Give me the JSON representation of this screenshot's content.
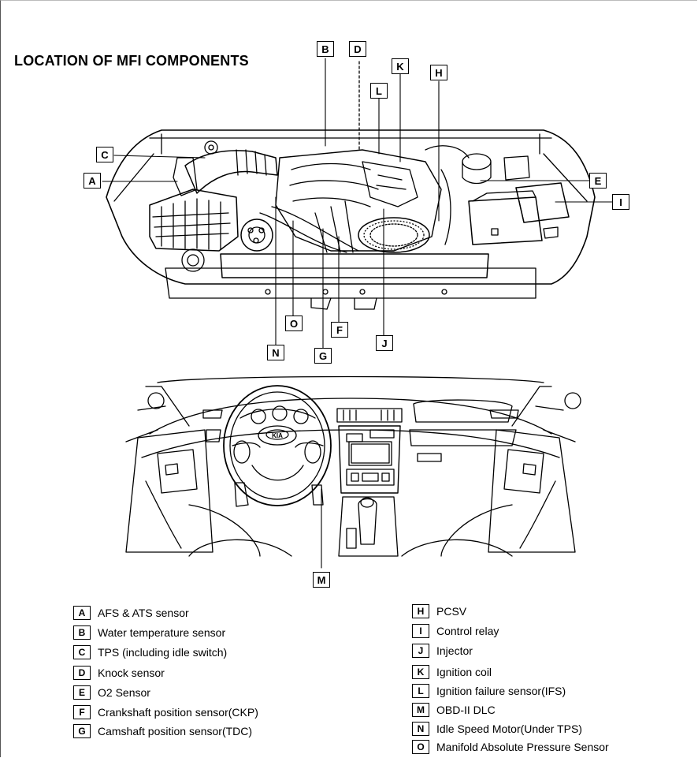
{
  "title": "LOCATION OF MFI COMPONENTS",
  "callouts": {
    "A": "A",
    "B": "B",
    "C": "C",
    "D": "D",
    "E": "E",
    "F": "F",
    "G": "G",
    "H": "H",
    "I": "I",
    "J": "J",
    "K": "K",
    "L": "L",
    "M": "M",
    "N": "N",
    "O": "O"
  },
  "legend_left": [
    {
      "code": "A",
      "text": "AFS & ATS sensor"
    },
    {
      "code": "B",
      "text": "Water temperature sensor"
    },
    {
      "code": "C",
      "text": "TPS (including idle switch)"
    },
    {
      "code": "D",
      "text": "Knock sensor"
    },
    {
      "code": "E",
      "text": "O2 Sensor"
    },
    {
      "code": "F",
      "text": "Crankshaft position sensor(CKP)"
    },
    {
      "code": "G",
      "text": "Camshaft position sensor(TDC)"
    }
  ],
  "legend_right": [
    {
      "code": "H",
      "text": "PCSV"
    },
    {
      "code": "I",
      "text": "Control relay"
    },
    {
      "code": "J",
      "text": "Injector"
    },
    {
      "code": "K",
      "text": "Ignition coil"
    },
    {
      "code": "L",
      "text": "Ignition failure sensor(IFS)"
    },
    {
      "code": "M",
      "text": "OBD-II DLC"
    },
    {
      "code": "N",
      "text": "Idle Speed Motor(Under TPS)"
    },
    {
      "code": "O",
      "text": "Manifold Absolute Pressure Sensor"
    }
  ],
  "logo_text": "KIA"
}
